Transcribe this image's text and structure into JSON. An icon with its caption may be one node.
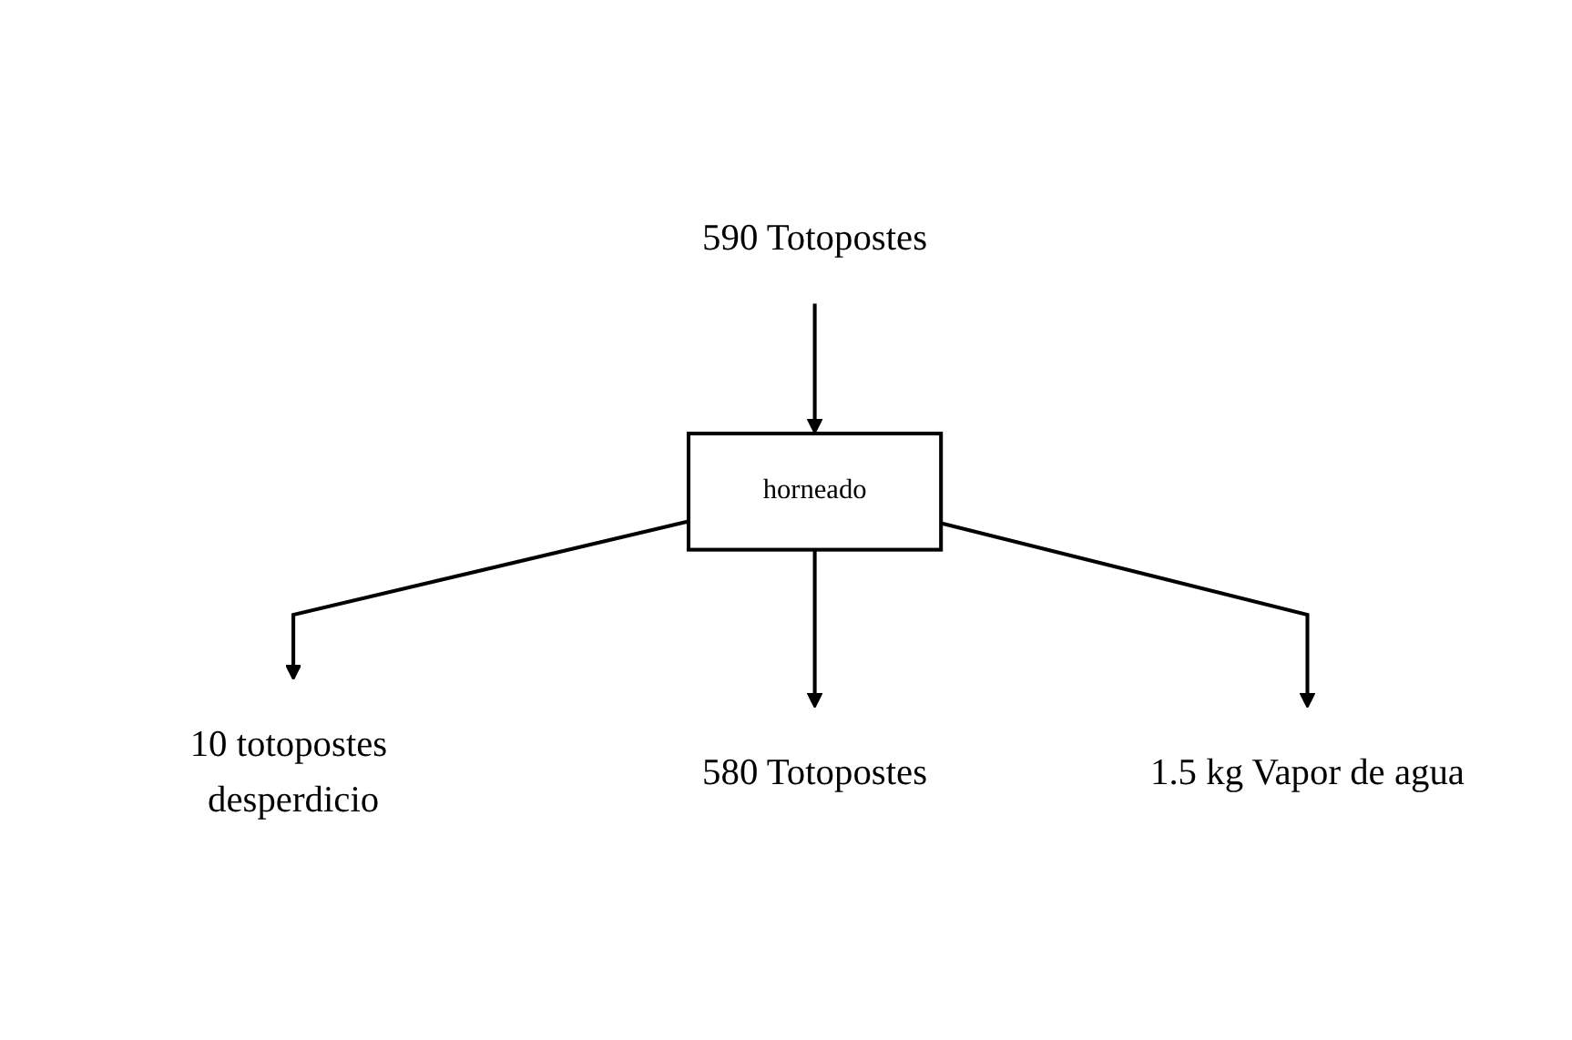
{
  "diagram": {
    "nodes": [
      {
        "text": [
          "590 Totopostes"
        ]
      },
      {
        "text": [
          "horneado"
        ]
      },
      {
        "text": [
          "10 totopostes desperdicio"
        ]
      },
      {
        "text": [
          "580 Totopostes"
        ]
      },
      {
        "text": [
          "1.5 kg Vapor de agua"
        ]
      }
    ],
    "edges": [
      {
        "from": 0,
        "to": 1,
        "arrow": "to"
      },
      {
        "from": 1,
        "to": 2,
        "arrow": "to"
      },
      {
        "from": 1,
        "to": 3,
        "arrow": "to"
      },
      {
        "from": 1,
        "to": 4,
        "arrow": "to"
      }
    ]
  }
}
